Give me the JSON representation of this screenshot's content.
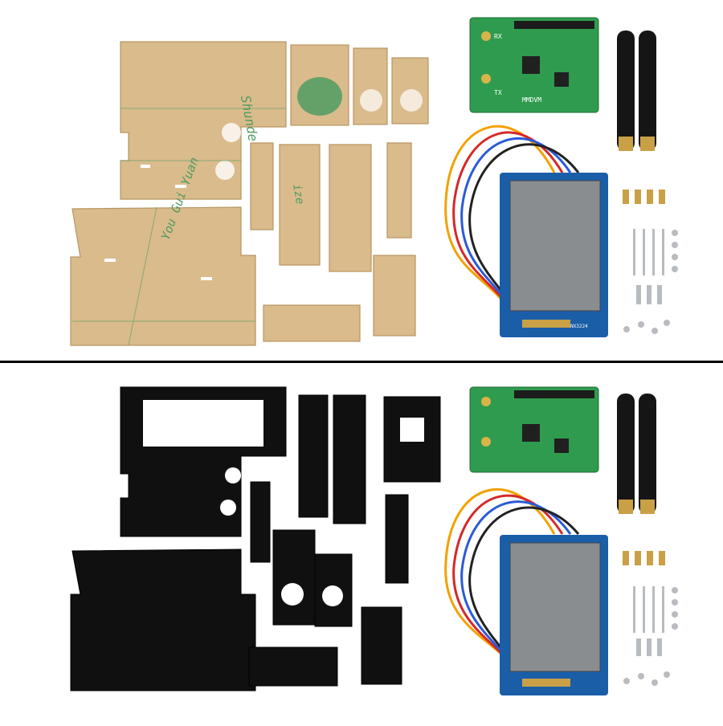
{
  "scene": {
    "panel_top": {
      "acrylic_style": "clear-amber"
    },
    "panel_bottom": {
      "acrylic_style": "black"
    }
  },
  "hat_board": {
    "label_rx": "RX",
    "label_tx": "TX",
    "brand": "MMDVM"
  },
  "display": {
    "model": "NX3224"
  },
  "film_text": {
    "line1": "Shunde",
    "line2": "You Gui Yuan",
    "line3": "ize"
  },
  "colors": {
    "background": "#ffffff",
    "acrylic_clear": "#d9b886",
    "acrylic_clear_edge": "#b4905a",
    "film_green": "#4f9c61",
    "acrylic_black": "#101010",
    "pcb_green": "#2f9b4e",
    "lcd_bezel": "#1a5ea8",
    "lcd_screen": "#8a8d90",
    "antenna": "#151515",
    "brass": "#c9a046",
    "screw": "#b8bcc0"
  }
}
